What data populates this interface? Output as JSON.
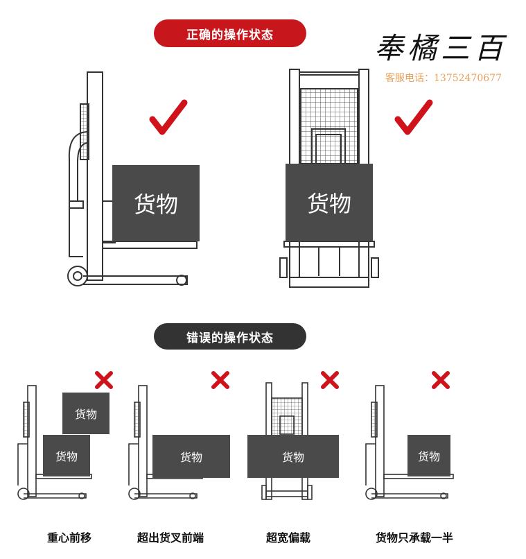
{
  "correct_section": {
    "title": "正确的操作状态"
  },
  "wrong_section": {
    "title": "错误的操作状态"
  },
  "brand": {
    "name": "奉橘三百",
    "hotline": "客服电话：13752470677"
  },
  "cargo_label": "货物",
  "captions": [
    "重心前移",
    "超出货叉前端",
    "超宽偏载",
    "货物只承载一半"
  ],
  "colors": {
    "ok_red": "#c8161d",
    "dark": "#333333",
    "cargo": "#4a4a4a",
    "mark_red": "#d0121b"
  },
  "icons": [
    "check-icon",
    "cross-icon"
  ]
}
